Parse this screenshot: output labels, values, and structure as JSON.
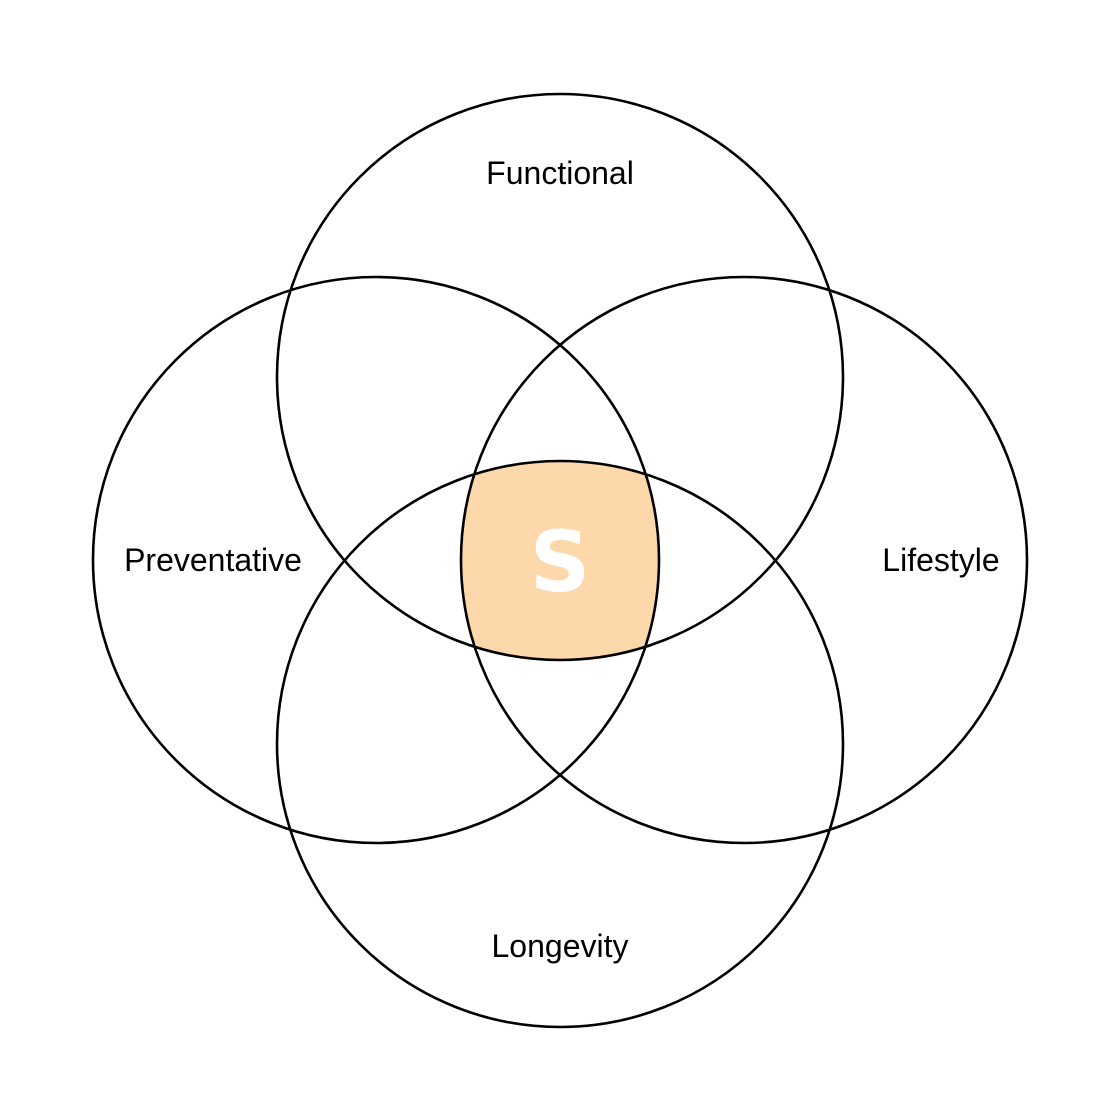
{
  "diagram": {
    "type": "venn",
    "sets": [
      {
        "id": "top",
        "label": "Functional"
      },
      {
        "id": "left",
        "label": "Preventative"
      },
      {
        "id": "right",
        "label": "Lifestyle"
      },
      {
        "id": "bottom",
        "label": "Longevity"
      }
    ],
    "center": {
      "label": "S",
      "color": "#FDD8AA"
    },
    "colors": {
      "stroke": "#000000",
      "background": "#FFFFFF",
      "center_text": "#FFFFFF"
    }
  }
}
